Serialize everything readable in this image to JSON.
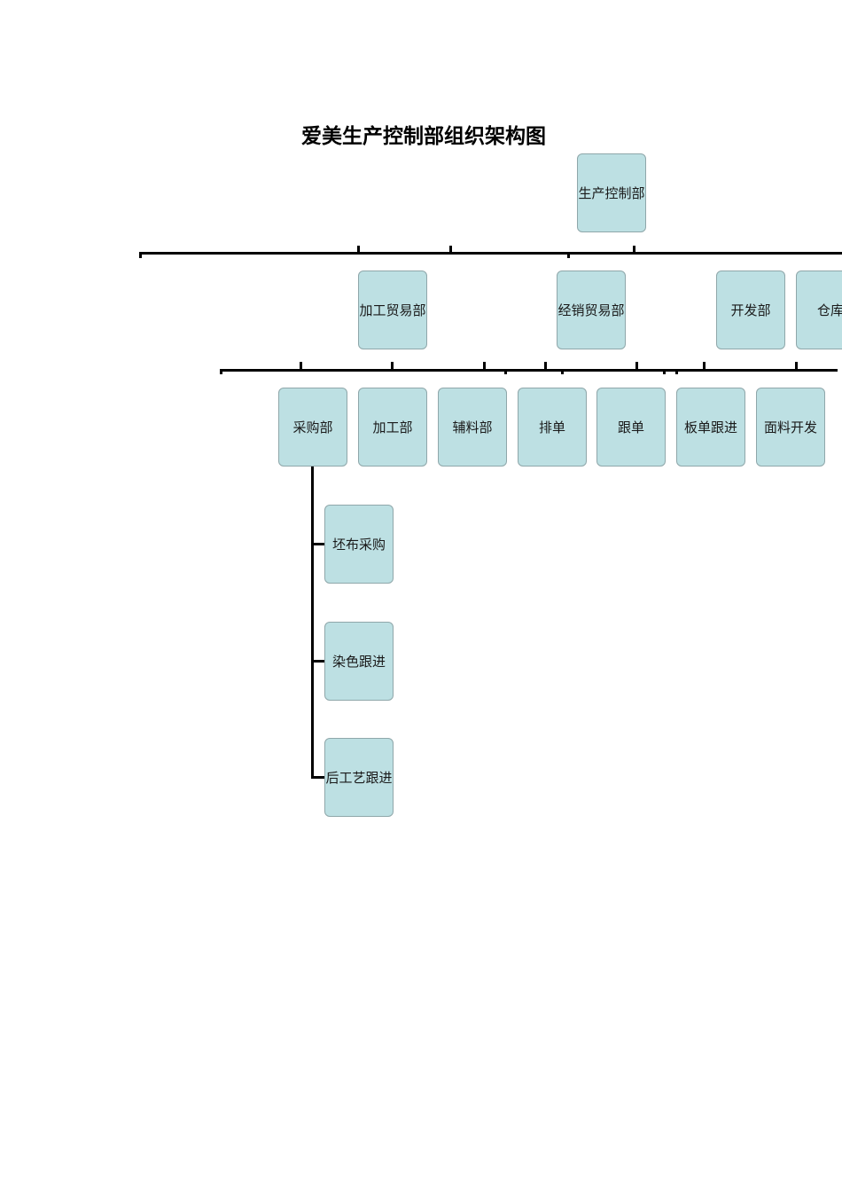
{
  "title": "爱美生产控制部组织架构图",
  "box_color": "#bde0e3",
  "root": {
    "label": "生产控制部"
  },
  "level1": [
    {
      "label": "加工贸易部"
    },
    {
      "label": "经销贸易部"
    },
    {
      "label": "开发部"
    },
    {
      "label": "仓库"
    }
  ],
  "level2": [
    {
      "label": "采购部"
    },
    {
      "label": "加工部"
    },
    {
      "label": "辅料部"
    },
    {
      "label": "排单"
    },
    {
      "label": "跟单"
    },
    {
      "label": "板单跟进"
    },
    {
      "label": "面料开发"
    }
  ],
  "level3": [
    {
      "label": "坯布采购"
    },
    {
      "label": "染色跟进"
    },
    {
      "label": "后工艺跟进"
    }
  ]
}
